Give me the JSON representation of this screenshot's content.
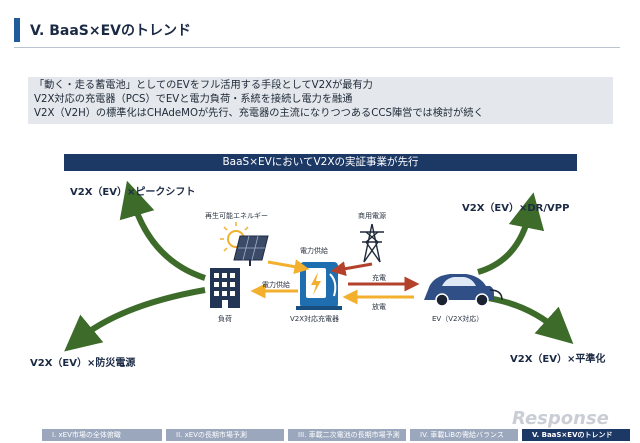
{
  "header": {
    "title": "V. BaaS×EVのトレンド"
  },
  "summary": {
    "lines": [
      "「動く・走る蓄電池」としてのEVをフル活用する手段としてV2Xが最有力",
      "V2X対応の充電器（PCS）でEVと電力負荷・系統を接続し電力を融通",
      "V2X（V2H）の標準化はCHAdeMOが先行、充電器の主流になりつつあるCCS陣営では検討が続く"
    ]
  },
  "band": {
    "text": "BaaS×EVにおいてV2Xの実証事業が先行"
  },
  "diagram": {
    "corners": {
      "top_left": "V2X（EV）×ピークシフト",
      "top_right": "V2X（EV）×DR/VPP",
      "bottom_left": "V2X（EV）×防災電源",
      "bottom_right": "V2X（EV）×平準化"
    },
    "nodes": {
      "renewable": "再生可能エネルギー",
      "grid": "商用電源",
      "charger": "V2X対応充電器",
      "load": "負荷",
      "ev": "EV（V2X対応）"
    },
    "flows": {
      "power_supply_top": "電力供給",
      "power_supply_left": "電力供給",
      "charge": "充電",
      "discharge": "放電"
    },
    "colors": {
      "green_arrow": "#3d6b2a",
      "orange_arrow": "#f2b02e",
      "red_arrow": "#b3412c",
      "navy": "#1c3865"
    }
  },
  "nav": {
    "items": [
      "I. xEV市場の全体俯瞰",
      "II. xEVの長期市場予測",
      "III. 車載二次電池の長期市場予測",
      "IV. 車載LiBの需給バランス",
      "V. BaaS×EVのトレンド"
    ],
    "active_index": 4
  },
  "watermark": "Response"
}
